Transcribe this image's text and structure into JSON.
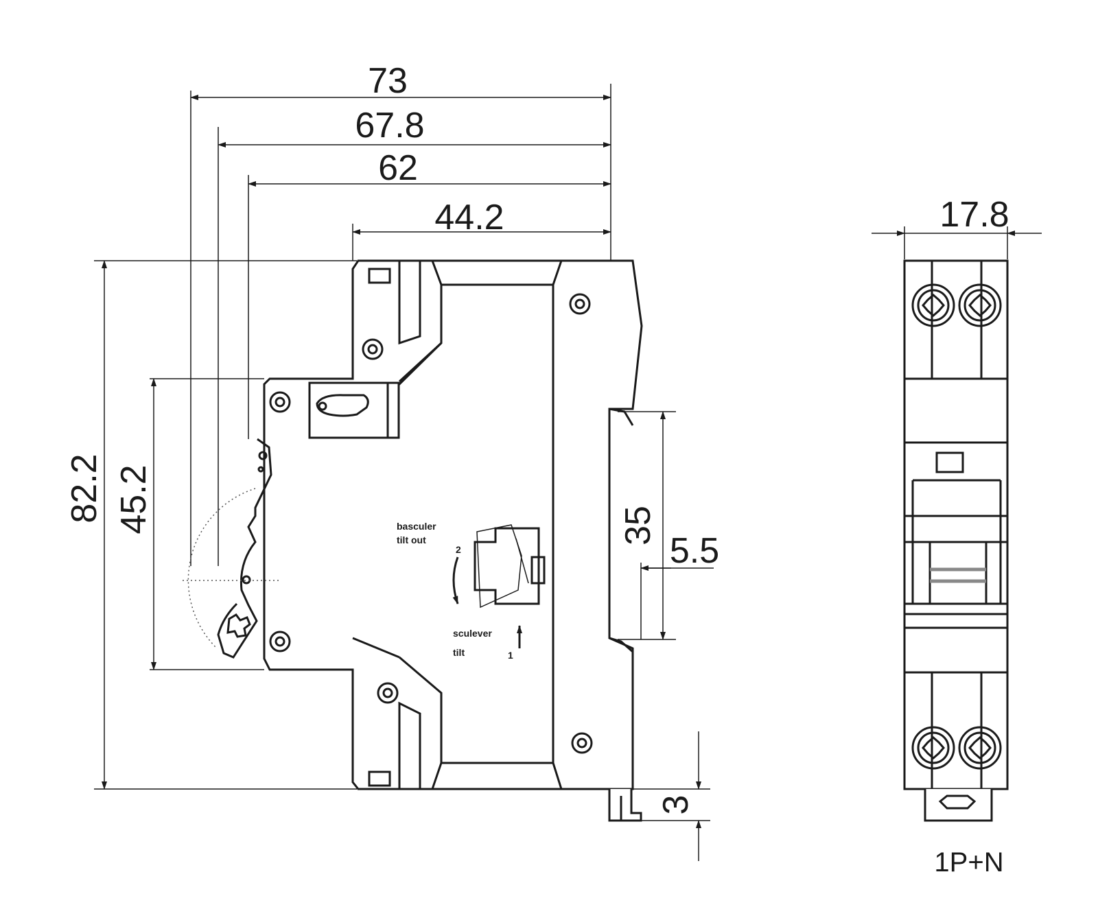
{
  "side_view": {
    "dim_overall_depth": "73",
    "dim_depth_2": "67.8",
    "dim_depth_3": "62",
    "dim_depth_4": "44.2",
    "dim_height": "82.2",
    "dim_front_height": "45.2",
    "dim_rail": "35",
    "dim_rail_depth": "5.5",
    "dim_clip": "3",
    "label_basculer": "basculer",
    "label_tilt_out": "tilt out",
    "label_basculer_2": "sculever",
    "label_tilt": "tilt",
    "label_step_1": "1",
    "label_step_2": "2"
  },
  "front_view": {
    "dim_width": "17.8",
    "caption": "1P+N"
  }
}
